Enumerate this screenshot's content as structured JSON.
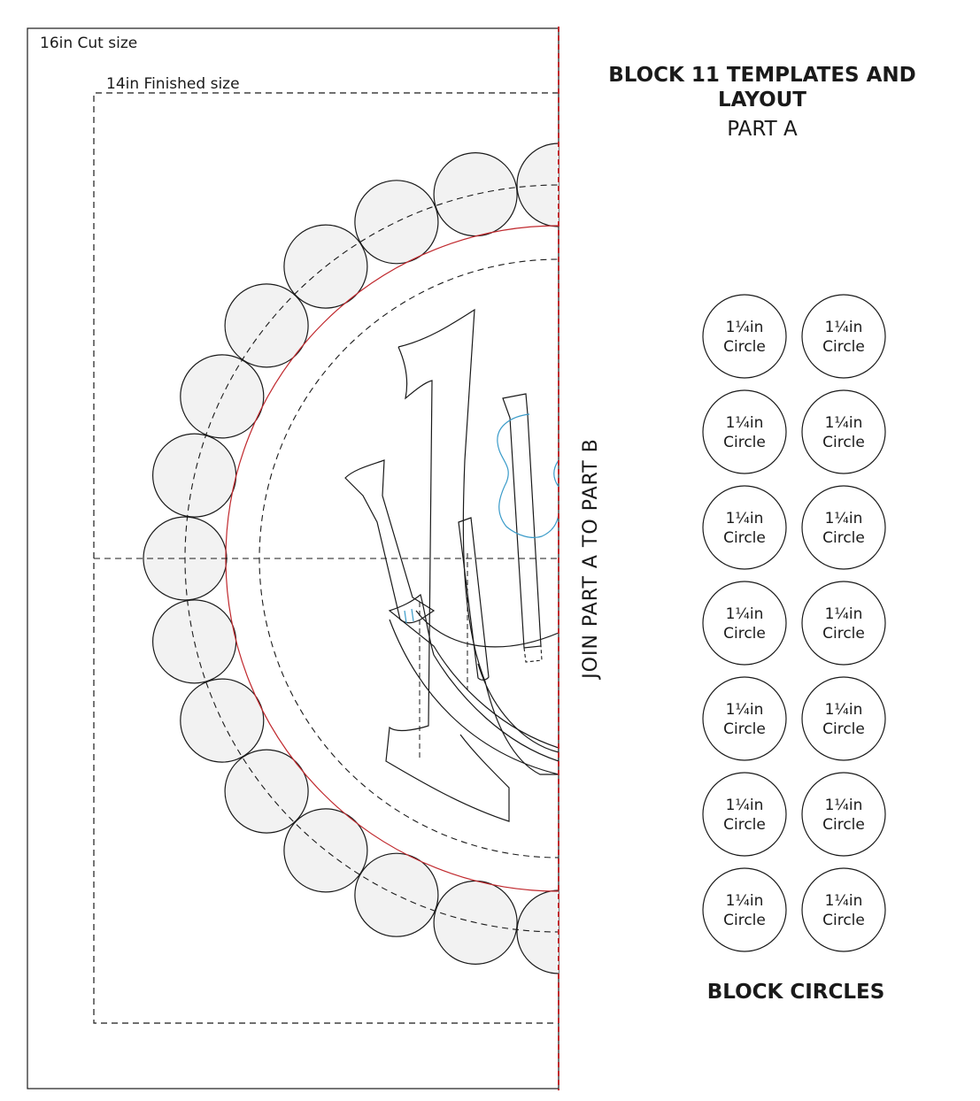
{
  "labels": {
    "cut_size": "16in Cut size",
    "finished_size": "14in Finished size",
    "join": "JOIN PART A TO PART B"
  },
  "title": {
    "line1": "BLOCK 11 TEMPLATES AND",
    "line2": "LAYOUT",
    "part": "PART A"
  },
  "circles_section": {
    "title": "BLOCK CIRCLES",
    "items": [
      {
        "size": "1¼in",
        "shape": "Circle"
      },
      {
        "size": "1¼in",
        "shape": "Circle"
      },
      {
        "size": "1¼in",
        "shape": "Circle"
      },
      {
        "size": "1¼in",
        "shape": "Circle"
      },
      {
        "size": "1¼in",
        "shape": "Circle"
      },
      {
        "size": "1¼in",
        "shape": "Circle"
      },
      {
        "size": "1¼in",
        "shape": "Circle"
      },
      {
        "size": "1¼in",
        "shape": "Circle"
      },
      {
        "size": "1¼in",
        "shape": "Circle"
      },
      {
        "size": "1¼in",
        "shape": "Circle"
      },
      {
        "size": "1¼in",
        "shape": "Circle"
      },
      {
        "size": "1¼in",
        "shape": "Circle"
      },
      {
        "size": "1¼in",
        "shape": "Circle"
      },
      {
        "size": "1¼in",
        "shape": "Circle"
      }
    ]
  },
  "colors": {
    "outline": "#1a1a1a",
    "red_line": "#c0282d",
    "blue_stitch": "#3a9bc9",
    "circle_fill": "#f2f2f2"
  }
}
